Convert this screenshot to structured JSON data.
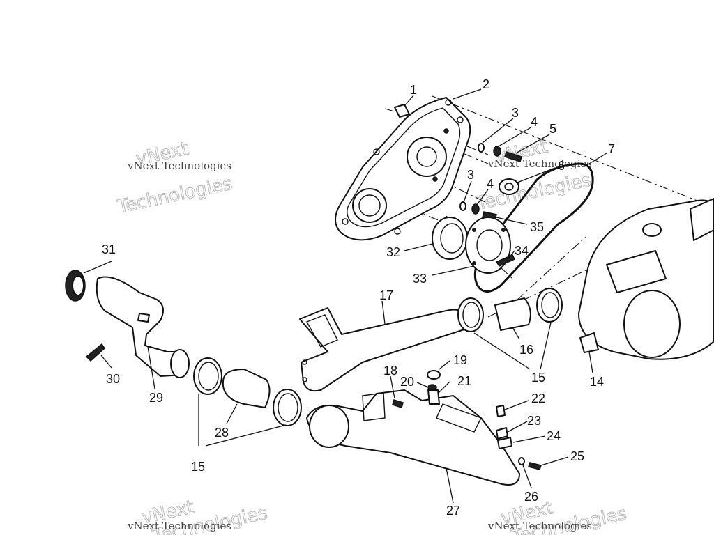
{
  "watermark": {
    "line1": "vNext",
    "line2": "Technologies",
    "line_combined": "vNext Technologies"
  },
  "callouts": {
    "c1": "1",
    "c2": "2",
    "c3a": "3",
    "c3b": "3",
    "c4a": "4",
    "c4b": "4",
    "c5": "5",
    "c6": "6",
    "c7": "7",
    "c14": "14",
    "c15a": "15",
    "c15b": "15",
    "c16": "16",
    "c17": "17",
    "c18": "18",
    "c19": "19",
    "c20": "20",
    "c21": "21",
    "c22": "22",
    "c23": "23",
    "c24": "24",
    "c25": "25",
    "c26": "26",
    "c27": "27",
    "c28": "28",
    "c29": "29",
    "c30": "30",
    "c31": "31",
    "c32": "32",
    "c33": "33",
    "c34": "34",
    "c35": "35"
  }
}
